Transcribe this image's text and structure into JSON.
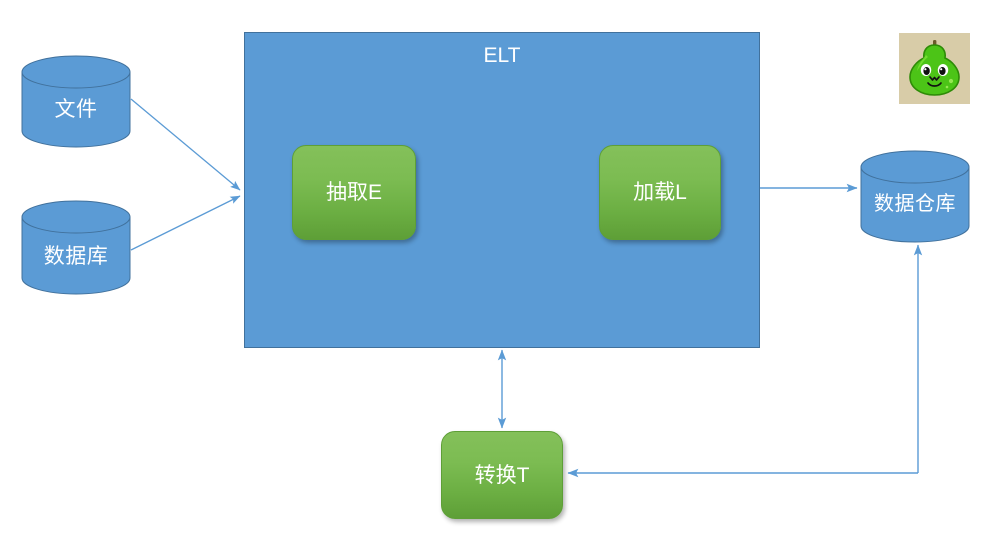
{
  "diagram": {
    "title": "ELT",
    "background_color": "#ffffff",
    "accent_blue": "#5B9BD5",
    "accent_blue_border": "#41719C",
    "accent_green": "#6CAF43",
    "accent_green_border": "#5E9F37",
    "connector_color": "#5B9BD5",
    "text_color": "#ffffff"
  },
  "sources": [
    {
      "id": "file",
      "label": "文件",
      "shape": "cylinder"
    },
    {
      "id": "database",
      "label": "数据库",
      "shape": "cylinder"
    }
  ],
  "container": {
    "id": "elt",
    "label": "ELT",
    "shape": "rectangle"
  },
  "processes": [
    {
      "id": "extract",
      "label": "抽取E",
      "shape": "rounded-rectangle"
    },
    {
      "id": "load",
      "label": "加载L",
      "shape": "rounded-rectangle"
    },
    {
      "id": "transform",
      "label": "转换T",
      "shape": "rounded-rectangle"
    }
  ],
  "targets": [
    {
      "id": "warehouse",
      "label": "数据仓库",
      "shape": "cylinder"
    }
  ],
  "avatar": {
    "id": "gourd-mascot",
    "description": "green gourd cartoon mascot",
    "background_color": "#D8CCA8",
    "body_color": "#4CC417"
  },
  "connectors": [
    {
      "id": "file-to-elt",
      "from": "文件",
      "to": "ELT",
      "arrow": "single"
    },
    {
      "id": "database-to-elt",
      "from": "数据库",
      "to": "ELT",
      "arrow": "single"
    },
    {
      "id": "elt-to-warehouse",
      "from": "ELT",
      "to": "数据仓库",
      "arrow": "single"
    },
    {
      "id": "elt-transform-link",
      "from": "ELT",
      "to": "转换T",
      "arrow": "double"
    },
    {
      "id": "warehouse-to-transform",
      "from": "数据仓库",
      "to": "转换T",
      "arrow": "single"
    }
  ]
}
